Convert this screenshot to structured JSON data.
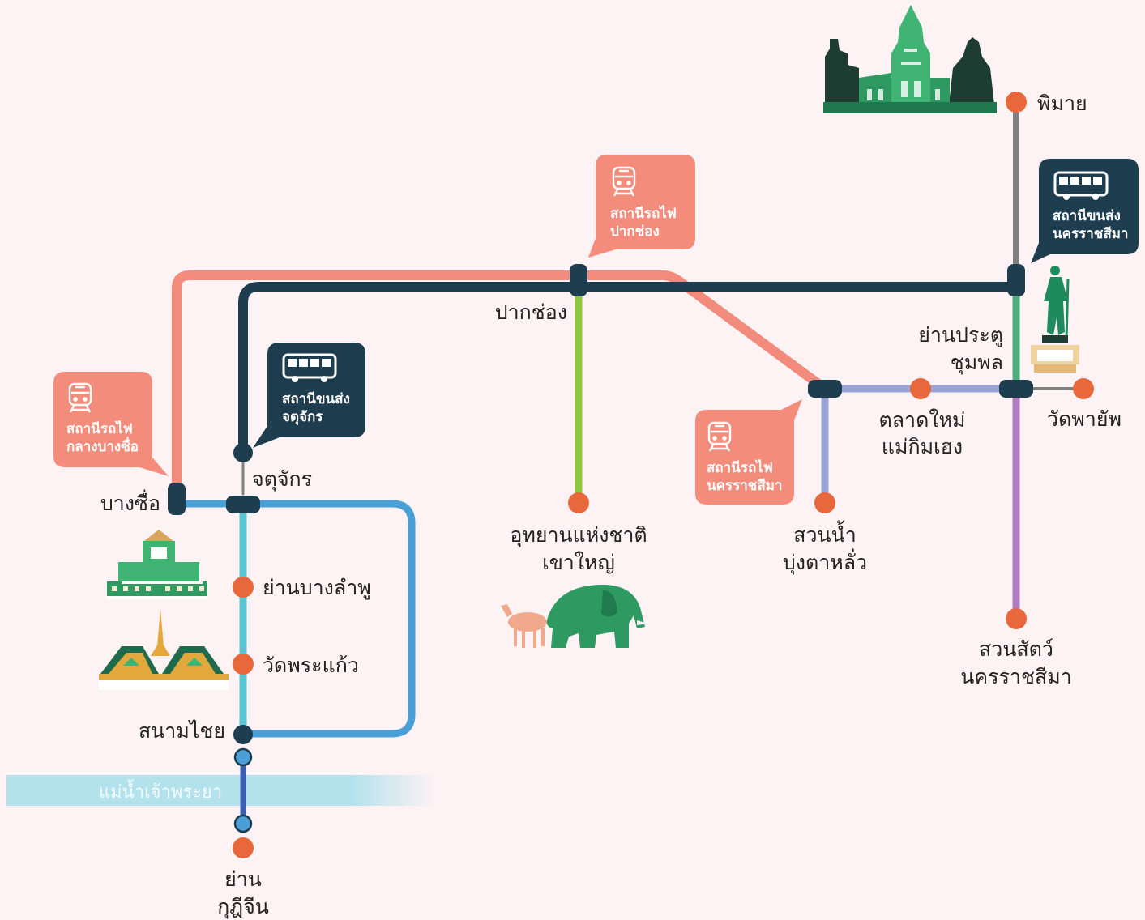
{
  "colors": {
    "background": "#fdf2f4",
    "rail_line": "#f28b7b",
    "road_line": "#1e3d4f",
    "bangkok_loop": "#4a9fd6",
    "old_town": "#5bc6cf",
    "river_crossing": "#3a5fb5",
    "khao_yai": "#8dc63f",
    "korat_east": "#9aa4d4",
    "korat_north": "#4daf7c",
    "korat_south": "#b07fc0",
    "phimai_link": "#808080",
    "stop": "#e8673b",
    "hub": "#1e3d4f",
    "river": "#b3e2ec",
    "bubble_rail": "#f48c7c",
    "bubble_bus": "#1e3d4f"
  },
  "stations": {
    "bang_sue": "บางซื่อ",
    "chatuchak": "จตุจักร",
    "bang_lamphu": "ย่านบางลำพู",
    "wat_phra_kaew": "วัดพระแก้ว",
    "sanam_chai": "สนามไชย",
    "kudi_chin_1": "ย่าน",
    "kudi_chin_2": "กุฎีจีน",
    "pak_chong": "ปากช่อง",
    "khao_yai_1": "อุทยานแห่งชาติ",
    "khao_yai_2": "เขาใหญ่",
    "mae_kim_heng_1": "ตลาดใหม่",
    "mae_kim_heng_2": "แม่กิมเฮง",
    "pratu_chumphon_1": "ย่านประตู",
    "pratu_chumphon_2": "ชุมพล",
    "wat_phayap": "วัดพายัพ",
    "suan_nam_1": "สวนน้ำ",
    "suan_nam_2": "บุ่งตาหลั่ว",
    "zoo_1": "สวนสัตว์",
    "zoo_2": "นครราชสีมา",
    "phimai": "พิมาย"
  },
  "river_label": "แม่น้ำเจ้าพระยา",
  "bubbles": {
    "bang_sue_rail": {
      "line1": "สถานีรถไฟ",
      "line2": "กลางบางซื่อ"
    },
    "chatuchak_bus": {
      "line1": "สถานีขนส่ง",
      "line2": "จตุจักร"
    },
    "pak_chong_rail": {
      "line1": "สถานีรถไฟ",
      "line2": "ปากช่อง"
    },
    "korat_rail": {
      "line1": "สถานีรถไฟ",
      "line2": "นครราชสีมา"
    },
    "korat_bus": {
      "line1": "สถานีขนส่ง",
      "line2": "นครราชสีมา"
    }
  },
  "icons": {
    "train": "train-icon",
    "bus": "bus-icon",
    "phimai_temple": "phimai-temple-icon",
    "thao_suranari": "thao-suranari-monument-icon",
    "golden_mount": "fort-icon",
    "grand_palace": "grand-palace-icon",
    "wildlife": "elephant-and-deer-icon"
  }
}
